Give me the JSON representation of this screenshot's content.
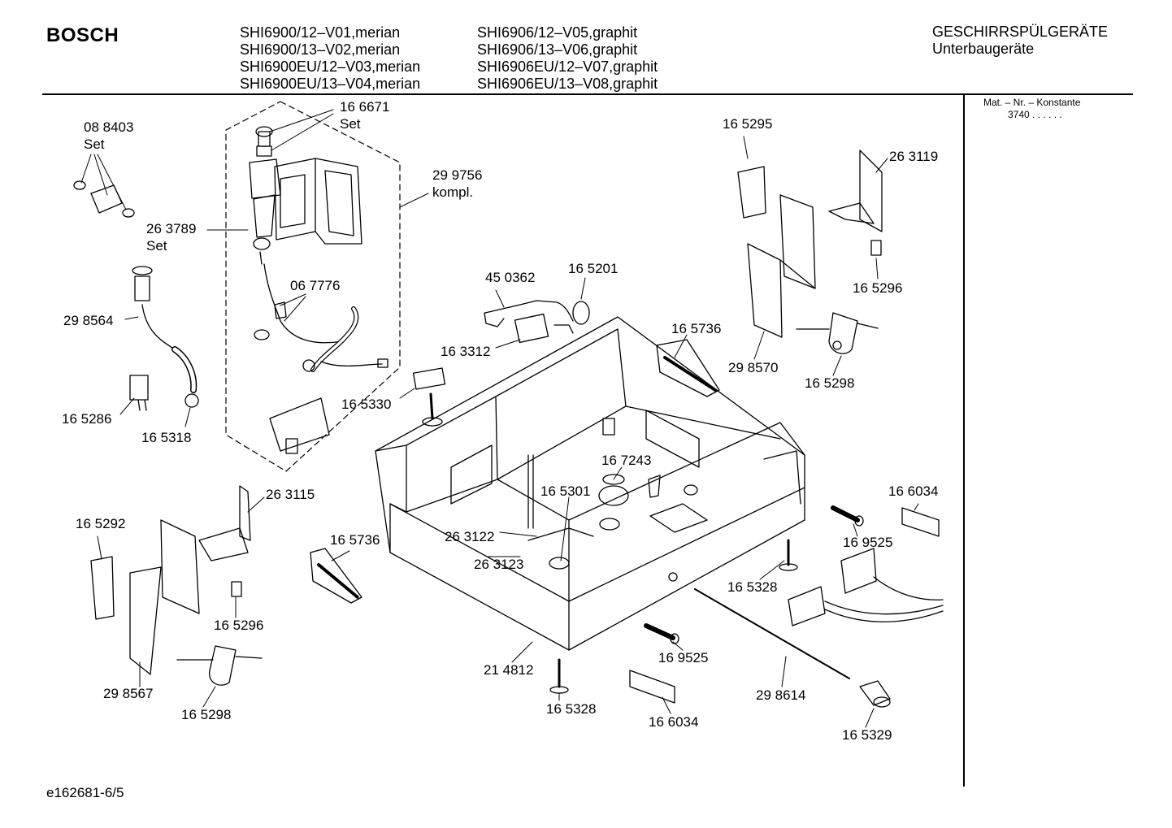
{
  "header": {
    "brand": "BOSCH",
    "models_left": [
      "SHI6900/12–V01,merian",
      "SHI6900/13–V02,merian",
      "SHI6900EU/12–V03,merian",
      "SHI6900EU/13–V04,merian"
    ],
    "models_right": [
      "SHI6906/12–V05,graphit",
      "SHI6906/13–V06,graphit",
      "SHI6906EU/12–V07,graphit",
      "SHI6906EU/13–V08,graphit"
    ],
    "category": "GESCHIRRSPÜLGERÄTE",
    "subcategory": "Unterbaugeräte"
  },
  "side_panel": {
    "title": "Mat. – Nr. – Konstante",
    "value": "3740 . . . . . ."
  },
  "footer": {
    "doc_id": "e162681-6/5"
  },
  "parts": {
    "p088403": "08 8403",
    "set1": "Set",
    "p166671": "16 6671",
    "set2": "Set",
    "p299756": "29 9756",
    "kompl": "kompl.",
    "p263789": "26 3789",
    "set3": "Set",
    "p067776": "06 7776",
    "p298564": "29 8564",
    "p165286": "16 5286",
    "p165318": "16 5318",
    "p450362": "45 0362",
    "p165201": "16 5201",
    "p163312": "16 3312",
    "p165330": "16 5330",
    "p165295": "16 5295",
    "p263119": "26 3119",
    "p165296a": "16 5296",
    "p165736a": "16 5736",
    "p298570": "29 8570",
    "p165298a": "16 5298",
    "p167243": "16 7243",
    "p165301": "16 5301",
    "p263122": "26 3122",
    "p263123": "26 3123",
    "p166034a": "16 6034",
    "p169525a": "16 9525",
    "p165328a": "16 5328",
    "p263115": "26 3115",
    "p165292": "16 5292",
    "p165736b": "16 5736",
    "p165296b": "16 5296",
    "p298567": "29 8567",
    "p165298b": "16 5298",
    "p214812": "21 4812",
    "p165328b": "16 5328",
    "p169525b": "16 9525",
    "p166034b": "16 6034",
    "p298614": "29 8614",
    "p165329": "16 5329"
  }
}
